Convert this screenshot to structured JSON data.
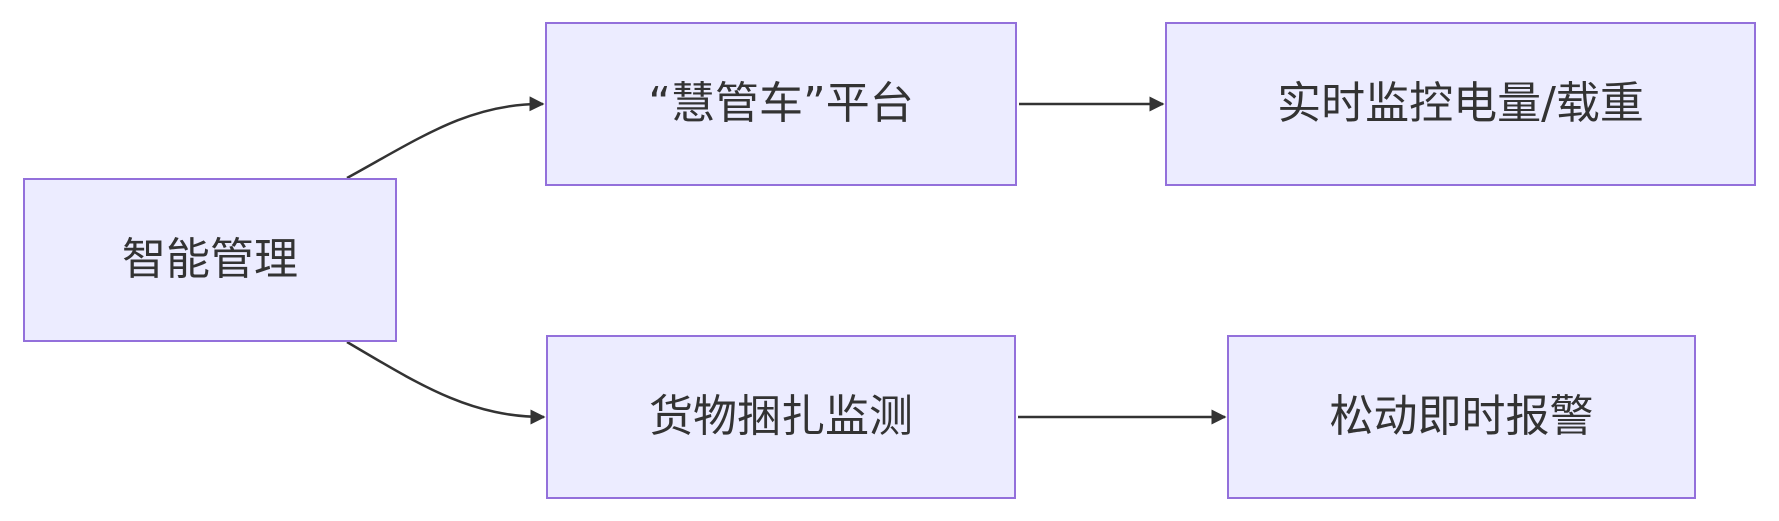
{
  "diagram": {
    "nodes": {
      "root": "智能管理",
      "platform": "“慧管车”平台",
      "monitor": "实时监控电量/载重",
      "cargo": "货物捆扎监测",
      "alarm": "松动即时报警"
    },
    "edges": [
      {
        "from": "root",
        "to": "platform"
      },
      {
        "from": "platform",
        "to": "monitor"
      },
      {
        "from": "root",
        "to": "cargo"
      },
      {
        "from": "cargo",
        "to": "alarm"
      }
    ],
    "colors": {
      "node_fill": "#ECECFF",
      "node_border": "#9370DB",
      "edge": "#333333",
      "text": "#333333"
    }
  }
}
